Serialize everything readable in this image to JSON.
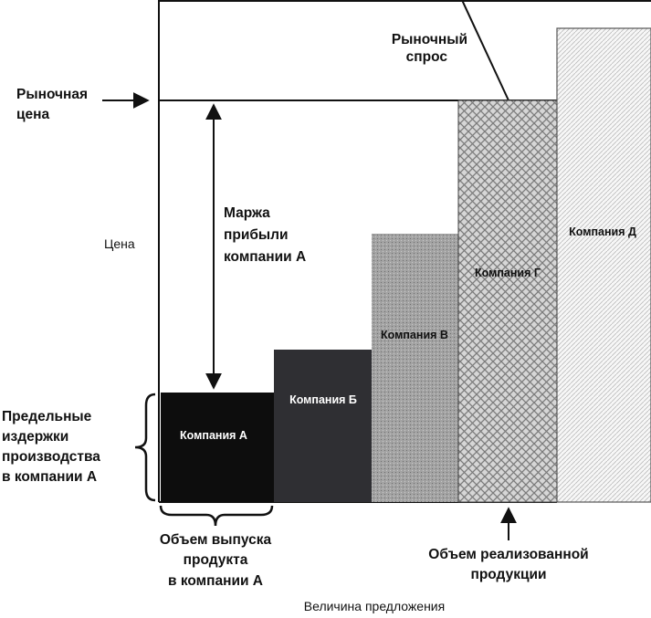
{
  "labels": {
    "market_demand": [
      "Рыночный",
      "спрос"
    ],
    "market_price": [
      "Рыночная",
      "цена"
    ],
    "profit_margin": [
      "Маржа",
      "прибыли",
      "компании А"
    ],
    "price_axis": "Цена",
    "marginal_costs": [
      "Предельные",
      "издержки",
      "производства",
      "в компании А"
    ],
    "output_volume": [
      "Объем выпуска",
      "продукта",
      "в компании А"
    ],
    "sold_volume": [
      "Объем реализованной",
      "продукции"
    ],
    "supply_axis": "Величина предложения"
  },
  "companies": [
    {
      "name": "Компания А",
      "fill": "#0d0d0d"
    },
    {
      "name": "Компания Б",
      "fill": "#2f2f33"
    },
    {
      "name": "Компания В",
      "fill": "#9a9a9a"
    },
    {
      "name": "Компания Г",
      "fill": "#bdbdbd"
    },
    {
      "name": "Компания Д",
      "fill": "#ececec"
    }
  ]
}
